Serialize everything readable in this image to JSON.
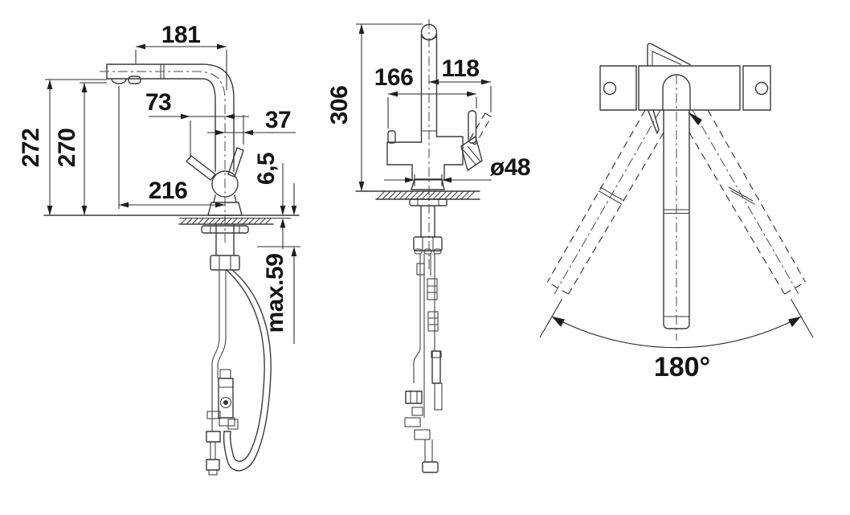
{
  "colors": {
    "background": "#ffffff",
    "line": "#3a3a3a",
    "dimension_line": "#2a2a2a",
    "text": "#141414"
  },
  "side_view": {
    "dim_labels": {
      "spout_projection": "181",
      "lever_front_offset": "73",
      "lever_side_offset": "37",
      "outlet_reach": "216",
      "height_to_spout_top": "272",
      "height_to_outlet": "270",
      "base_plate_height": "6,5",
      "max_counter_thickness": "max.59"
    }
  },
  "front_view": {
    "dim_labels": {
      "total_height": "306",
      "handle_span": "166",
      "right_handle_span": "118",
      "base_diameter": "ø48"
    }
  },
  "top_view": {
    "dim_labels": {
      "swivel_range": "180°"
    }
  }
}
